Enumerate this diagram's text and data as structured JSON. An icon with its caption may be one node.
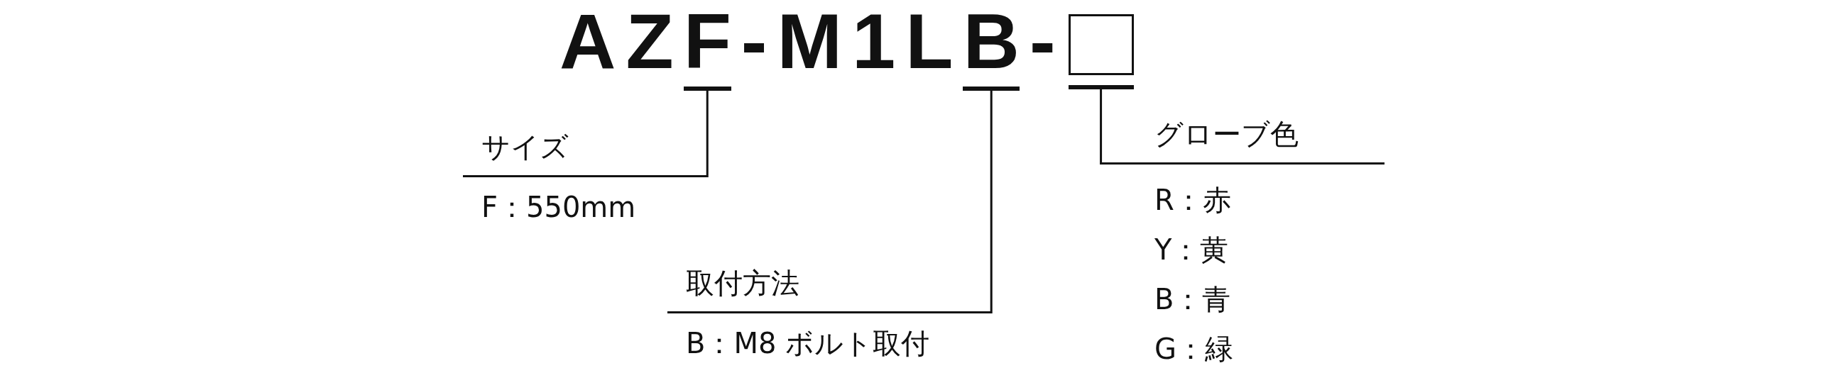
{
  "diagram": {
    "nodes": [
      {
        "text": [
          "F"
        ]
      },
      {
        "text": [
          "B"
        ]
      },
      {
        "text": [],
        "shape": "box"
      },
      {
        "text": [
          "サイズ",
          "F：550mm"
        ]
      },
      {
        "text": [
          "取付方法",
          "B：M8 ボルト取付"
        ]
      },
      {
        "text": [
          "グローブ色",
          "R：赤",
          "Y：黄",
          "B：青",
          "G：緑"
        ]
      }
    ],
    "edges": [
      {
        "from": 3,
        "to": 0,
        "arrow": "none"
      },
      {
        "from": 4,
        "to": 1,
        "arrow": "none"
      },
      {
        "from": 5,
        "to": 2,
        "arrow": "none"
      }
    ],
    "labels": [
      "AZ",
      "-M1L",
      "-"
    ]
  }
}
